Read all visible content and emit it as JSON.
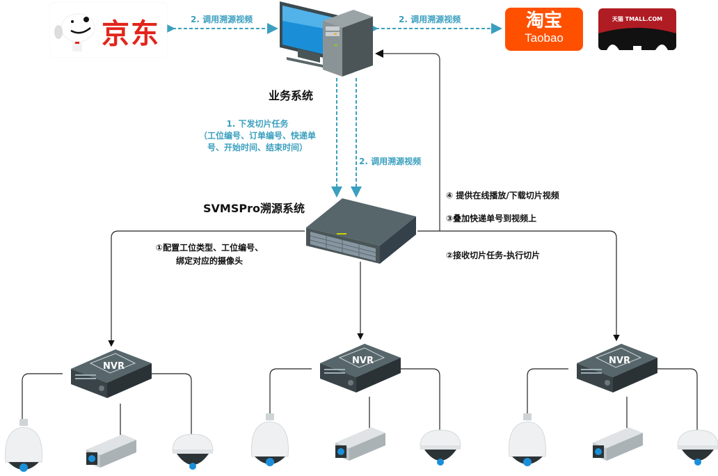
{
  "logos": {
    "jd": {
      "label": "京东",
      "brand_color": "#e1251b"
    },
    "taobao": {
      "label_cn": "淘宝",
      "label_en": "Taobao",
      "brand_color": "#ff5000"
    },
    "tmall": {
      "label": "天猫 TMALL.COM",
      "brand_color": "#b01c24"
    }
  },
  "nodes": {
    "business_system": {
      "title": "业务系统"
    },
    "svmspro": {
      "title": "SVMSPro溯源系统"
    },
    "nvrs": [
      {
        "label": "NVR"
      },
      {
        "label": "NVR"
      },
      {
        "label": "NVR"
      }
    ]
  },
  "edges": {
    "jd_call": "2. 调用溯源视频",
    "taobao_call": "2. 调用溯源视频",
    "dispatch_task": {
      "line1": "1. 下发切片任务",
      "line2": "（工位编号、订单编号、快递单",
      "line3": "号、开始时间、结束时间）"
    },
    "call_trace_video": "2. 调用溯源视频",
    "provide_playback": "④ 提供在线播放/下载切片视频",
    "overlay_tracking": "③叠加快递单号到视频上",
    "configure": {
      "line1": "①配置工位类型、工位编号、",
      "line2": "绑定对应的摄像头"
    },
    "receive_task": "②接收切片任务-执行切片"
  },
  "colors": {
    "teal": "#3a9fbf",
    "line": "#333333",
    "device_dark": "#3d4a4e",
    "screen_blue": "#1a8fd8"
  }
}
